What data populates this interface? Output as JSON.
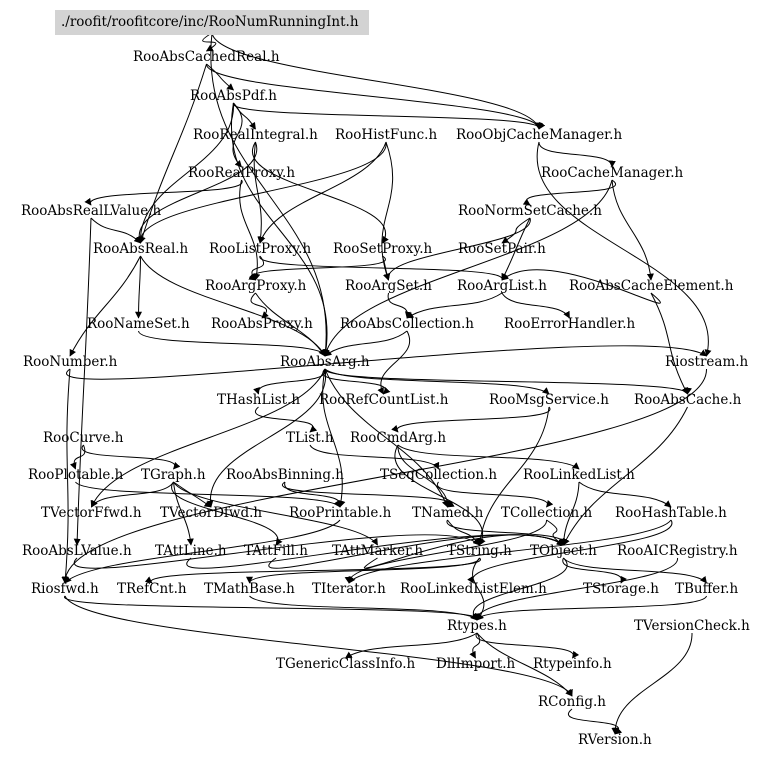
{
  "graph": {
    "root": "./roofit/roofitcore/inc/RooNumRunningInt.h",
    "nodes": [
      "./roofit/roofitcore/inc/RooNumRunningInt.h",
      "RooAbsCachedReal.h",
      "RooAbsPdf.h",
      "RooRealIntegral.h",
      "RooHistFunc.h",
      "RooObjCacheManager.h",
      "RooRealProxy.h",
      "RooCacheManager.h",
      "RooAbsRealLValue.h",
      "RooNormSetCache.h",
      "RooAbsReal.h",
      "RooListProxy.h",
      "RooSetProxy.h",
      "RooSetPair.h",
      "RooArgProxy.h",
      "RooArgSet.h",
      "RooArgList.h",
      "RooAbsCacheElement.h",
      "RooNameSet.h",
      "RooAbsProxy.h",
      "RooAbsCollection.h",
      "RooErrorHandler.h",
      "RooNumber.h",
      "RooAbsArg.h",
      "Riostream.h",
      "THashList.h",
      "RooRefCountList.h",
      "RooMsgService.h",
      "RooAbsCache.h",
      "RooCurve.h",
      "TList.h",
      "RooCmdArg.h",
      "RooPlotable.h",
      "TGraph.h",
      "RooAbsBinning.h",
      "TSeqCollection.h",
      "RooLinkedList.h",
      "TVectorFfwd.h",
      "TVectorDfwd.h",
      "RooPrintable.h",
      "TNamed.h",
      "TCollection.h",
      "RooHashTable.h",
      "RooAbsLValue.h",
      "TAttLine.h",
      "TAttFill.h",
      "TAttMarker.h",
      "TString.h",
      "TObject.h",
      "RooAICRegistry.h",
      "Riosfwd.h",
      "TRefCnt.h",
      "TMathBase.h",
      "TIterator.h",
      "RooLinkedListElem.h",
      "TStorage.h",
      "TBuffer.h",
      "Rtypes.h",
      "TVersionCheck.h",
      "TGenericClassInfo.h",
      "DllImport.h",
      "Rtypeinfo.h",
      "RConfig.h",
      "RVersion.h"
    ],
    "edges": [
      [
        0,
        1
      ],
      [
        0,
        5
      ],
      [
        0,
        23
      ],
      [
        1,
        2
      ],
      [
        1,
        5
      ],
      [
        1,
        10
      ],
      [
        2,
        3
      ],
      [
        2,
        5
      ],
      [
        2,
        6
      ],
      [
        2,
        10
      ],
      [
        2,
        23
      ],
      [
        3,
        10
      ],
      [
        3,
        11
      ],
      [
        3,
        12
      ],
      [
        4,
        10
      ],
      [
        4,
        11
      ],
      [
        4,
        15
      ],
      [
        5,
        7
      ],
      [
        5,
        24
      ],
      [
        6,
        8
      ],
      [
        6,
        14
      ],
      [
        7,
        9
      ],
      [
        7,
        17
      ],
      [
        7,
        23
      ],
      [
        8,
        10
      ],
      [
        8,
        43
      ],
      [
        9,
        13
      ],
      [
        9,
        15
      ],
      [
        9,
        16
      ],
      [
        10,
        23
      ],
      [
        10,
        18
      ],
      [
        10,
        22
      ],
      [
        11,
        14
      ],
      [
        11,
        16
      ],
      [
        12,
        14
      ],
      [
        12,
        15
      ],
      [
        14,
        19
      ],
      [
        14,
        23
      ],
      [
        15,
        20
      ],
      [
        16,
        20
      ],
      [
        16,
        21
      ],
      [
        17,
        16
      ],
      [
        17,
        28
      ],
      [
        18,
        23
      ],
      [
        20,
        23
      ],
      [
        20,
        26
      ],
      [
        22,
        50
      ],
      [
        22,
        24
      ],
      [
        23,
        25
      ],
      [
        23,
        26
      ],
      [
        23,
        27
      ],
      [
        23,
        28
      ],
      [
        23,
        37
      ],
      [
        23,
        38
      ],
      [
        23,
        39
      ],
      [
        23,
        40
      ],
      [
        24,
        50
      ],
      [
        25,
        30
      ],
      [
        27,
        31
      ],
      [
        27,
        47
      ],
      [
        28,
        48
      ],
      [
        29,
        32
      ],
      [
        29,
        33
      ],
      [
        31,
        36
      ],
      [
        31,
        40
      ],
      [
        31,
        47
      ],
      [
        32,
        39
      ],
      [
        33,
        37
      ],
      [
        33,
        38
      ],
      [
        33,
        44
      ],
      [
        33,
        45
      ],
      [
        33,
        46
      ],
      [
        34,
        39
      ],
      [
        34,
        40
      ],
      [
        30,
        35
      ],
      [
        35,
        41
      ],
      [
        36,
        42
      ],
      [
        36,
        48
      ],
      [
        39,
        50
      ],
      [
        40,
        47
      ],
      [
        40,
        48
      ],
      [
        41,
        48
      ],
      [
        41,
        53
      ],
      [
        42,
        53
      ],
      [
        42,
        54
      ],
      [
        43,
        47
      ],
      [
        44,
        48
      ],
      [
        45,
        48
      ],
      [
        46,
        48
      ],
      [
        47,
        51
      ],
      [
        47,
        52
      ],
      [
        47,
        57
      ],
      [
        48,
        56
      ],
      [
        48,
        55
      ],
      [
        48,
        57
      ],
      [
        49,
        57
      ],
      [
        50,
        57
      ],
      [
        50,
        62
      ],
      [
        56,
        57
      ],
      [
        57,
        59
      ],
      [
        57,
        60
      ],
      [
        57,
        61
      ],
      [
        57,
        62
      ],
      [
        58,
        63
      ],
      [
        62,
        63
      ],
      [
        52,
        57
      ]
    ]
  }
}
